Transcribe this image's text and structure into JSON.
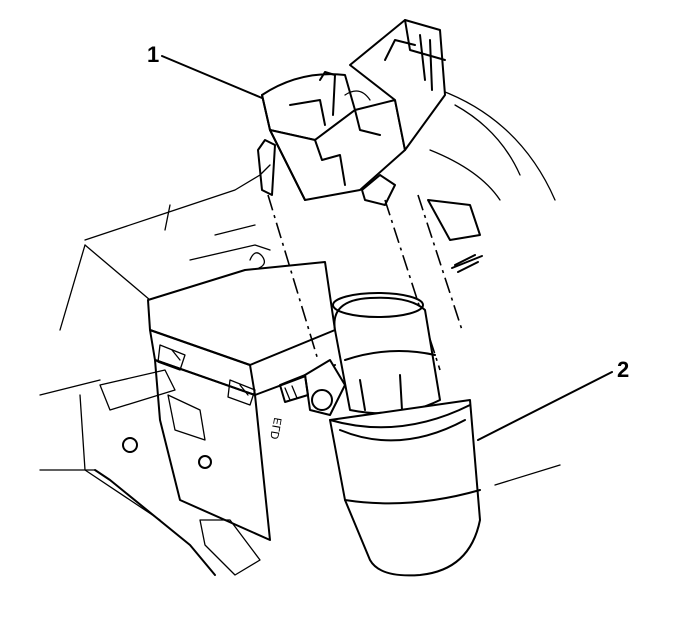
{
  "figure": {
    "callouts": [
      {
        "id": "1",
        "label": "1"
      },
      {
        "id": "2",
        "label": "2"
      }
    ],
    "housing_marking": "ᗡ⅃Ǝ"
  }
}
